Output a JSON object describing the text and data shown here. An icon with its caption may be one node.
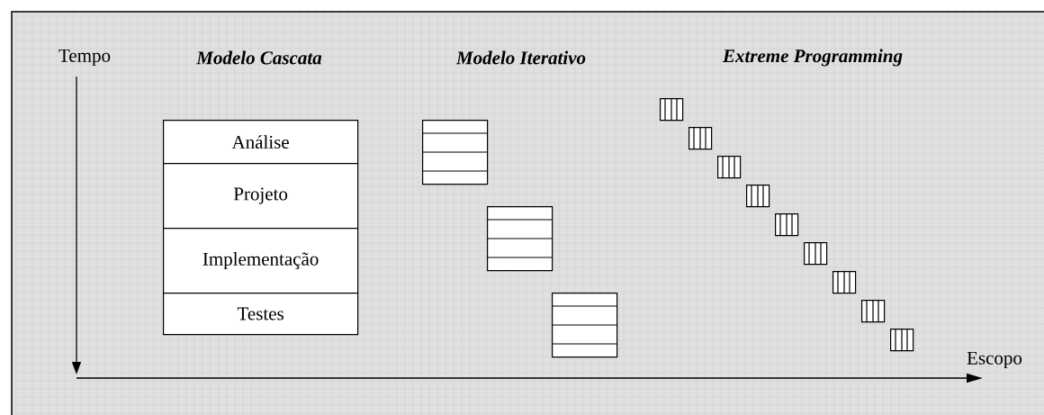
{
  "diagram": {
    "nodes": [
      {
        "text": [
          "Análise"
        ]
      },
      {
        "text": [
          "Projeto"
        ]
      },
      {
        "text": [
          "Implementação"
        ]
      },
      {
        "text": [
          "Testes"
        ]
      },
      {
        "text": [],
        "shape": "box"
      },
      {
        "text": [],
        "shape": "box"
      },
      {
        "text": [],
        "shape": "box"
      },
      {
        "text": [],
        "shape": "box"
      },
      {
        "text": [],
        "shape": "box"
      },
      {
        "text": [],
        "shape": "box"
      },
      {
        "text": [],
        "shape": "box"
      },
      {
        "text": [],
        "shape": "box"
      },
      {
        "text": [],
        "shape": "box"
      },
      {
        "text": [],
        "shape": "box"
      },
      {
        "text": [],
        "shape": "box"
      },
      {
        "text": [],
        "shape": "box"
      }
    ],
    "labels": [
      "Tempo",
      "Modelo Cascata",
      "Modelo Iterativo",
      "Extreme Programming",
      "Escopo"
    ]
  }
}
